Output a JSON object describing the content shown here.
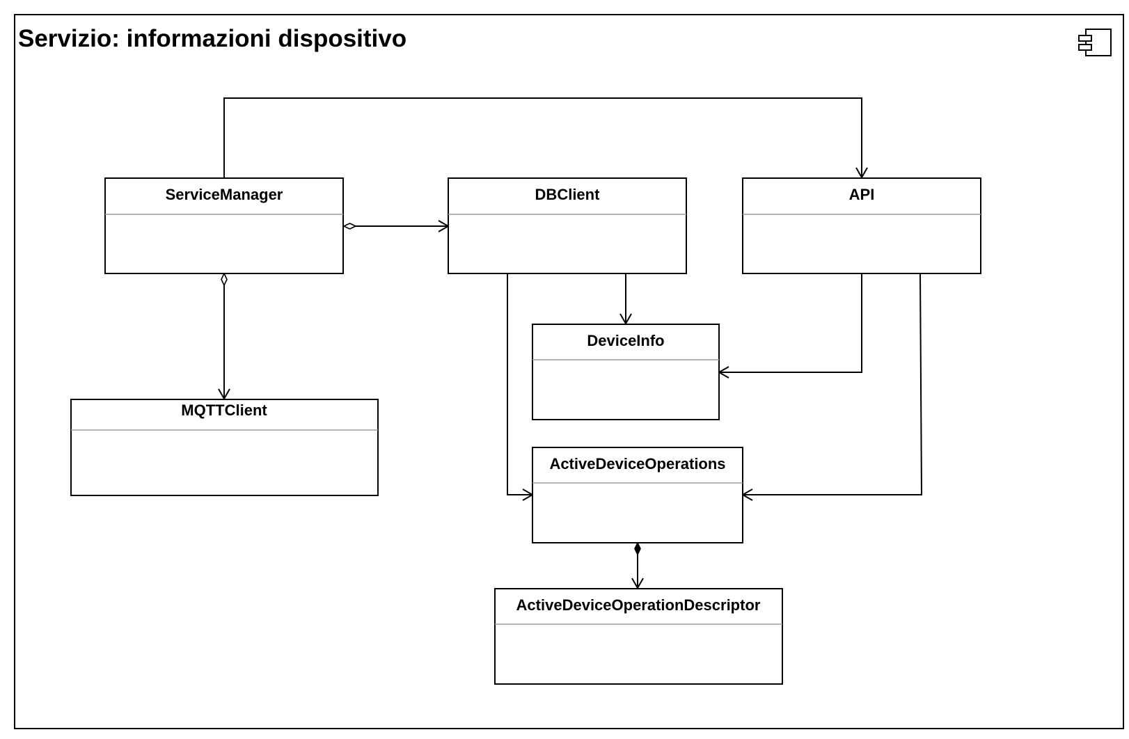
{
  "frame": {
    "title": "Servizio: informazioni dispositivo",
    "icon": "component-icon"
  },
  "classes": {
    "service_manager": "ServiceManager",
    "db_client": "DBClient",
    "api": "API",
    "mqtt_client": "MQTTClient",
    "device_info": "DeviceInfo",
    "active_device_operations": "ActiveDeviceOperations",
    "active_device_operation_descriptor": "ActiveDeviceOperationDescriptor"
  },
  "relations": [
    {
      "from": "service_manager",
      "to": "api",
      "kind": "navigable"
    },
    {
      "from": "service_manager",
      "to": "db_client",
      "kind": "aggregation"
    },
    {
      "from": "service_manager",
      "to": "mqtt_client",
      "kind": "aggregation"
    },
    {
      "from": "db_client",
      "to": "device_info",
      "kind": "navigable"
    },
    {
      "from": "db_client",
      "to": "active_device_operations",
      "kind": "navigable"
    },
    {
      "from": "api",
      "to": "device_info",
      "kind": "navigable"
    },
    {
      "from": "api",
      "to": "active_device_operations",
      "kind": "navigable"
    },
    {
      "from": "active_device_operations",
      "to": "active_device_operation_descriptor",
      "kind": "composition"
    }
  ]
}
